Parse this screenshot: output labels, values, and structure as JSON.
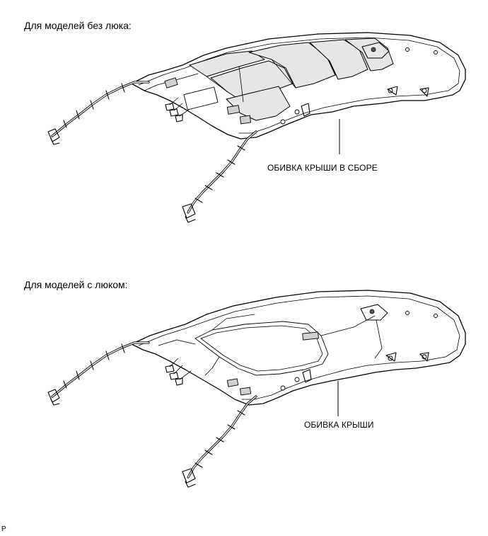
{
  "sections": [
    {
      "heading": "Для моделей без люка:",
      "part_label": "ОБИВКА КРЫШИ В СБОРЕ"
    },
    {
      "heading": "Для моделей с люком:",
      "part_label": "ОБИВКА КРЫШИ"
    }
  ],
  "footer_mark": "P"
}
